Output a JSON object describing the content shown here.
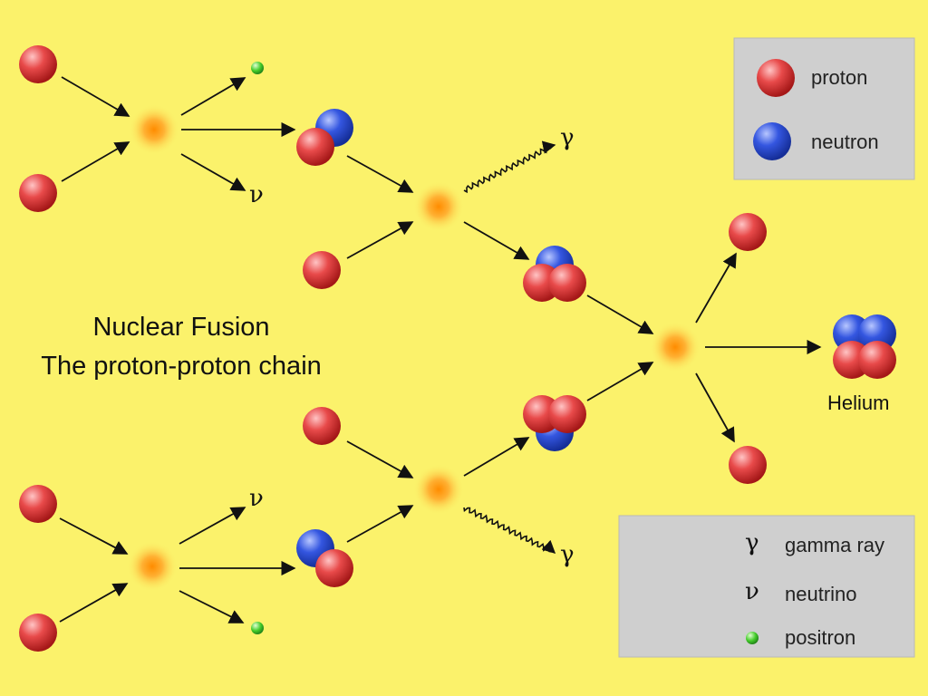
{
  "title": {
    "line1": "Nuclear Fusion",
    "line2": "The proton-proton chain"
  },
  "symbols": {
    "gamma": "γ",
    "nu": "ν"
  },
  "product_label": "Helium",
  "legend_particles": {
    "proton": "proton",
    "neutron": "neutron"
  },
  "legend_emissions": {
    "gamma": "gamma ray",
    "neutrino": "neutrino",
    "positron": "positron"
  },
  "colors": {
    "background": "#fbf26b",
    "proton": "#e23b3b",
    "neutron": "#2f4fd8",
    "positron": "#4ccc33",
    "legend_bg": "#cfcfcf"
  }
}
